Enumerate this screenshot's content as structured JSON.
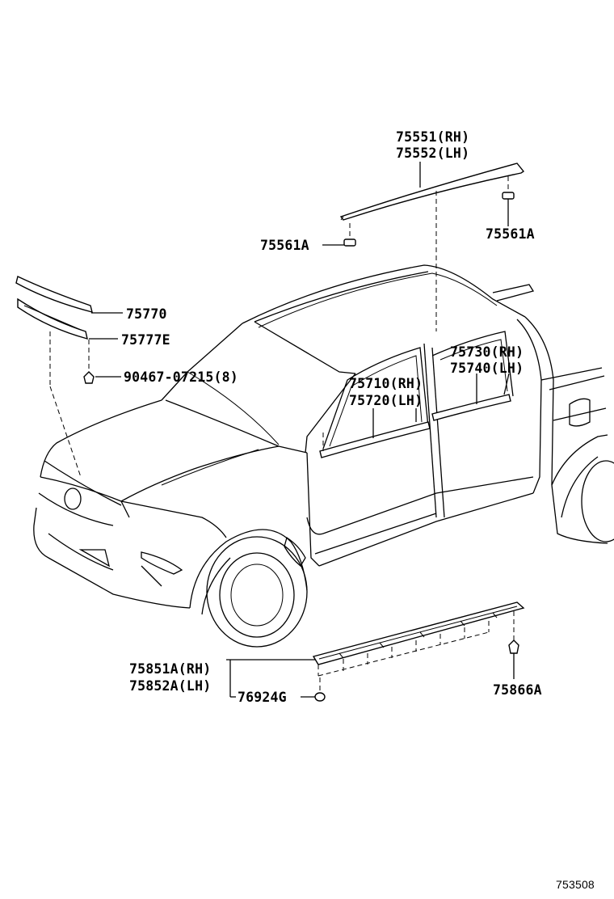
{
  "labels": {
    "p75551": "75551(RH)",
    "p75552": "75552(LH)",
    "p75561a_left": "75561A",
    "p75561a_right": "75561A",
    "p75770": "75770",
    "p75777e": "75777E",
    "p90467": "90467-07215(8)",
    "p75730": "75730(RH)",
    "p75740": "75740(LH)",
    "p75710": "75710(RH)",
    "p75720": "75720(LH)",
    "p75851a": "75851A(RH)",
    "p75852a": "75852A(LH)",
    "p76924g": "76924G",
    "p75866a": "75866A",
    "ref_number": "753508"
  }
}
